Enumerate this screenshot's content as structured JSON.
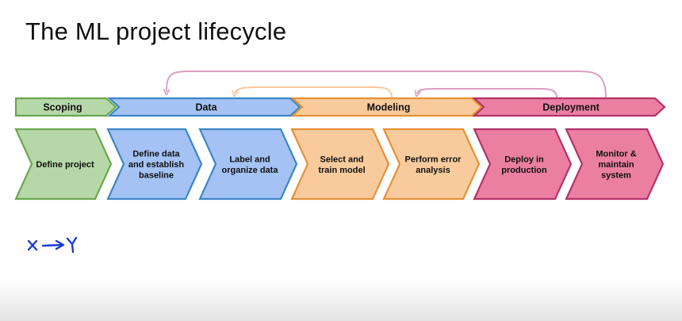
{
  "title": "The ML project lifecycle",
  "colors": {
    "scoping": {
      "fill": "#b6d7a8",
      "stroke": "#6aa84f"
    },
    "data": {
      "fill": "#a4c2f4",
      "stroke": "#3d85c6"
    },
    "modeling": {
      "fill": "#f9cb9c",
      "stroke": "#e69138"
    },
    "deployment": {
      "fill": "#ea7fa2",
      "stroke": "#b4336a"
    },
    "arrow_outer": "#d9a0bf",
    "arrow_inner": "#f6c9a0",
    "ink": "#1a3cd6"
  },
  "phases": [
    {
      "name": "scoping",
      "label": "Scoping"
    },
    {
      "name": "data",
      "label": "Data"
    },
    {
      "name": "modeling",
      "label": "Modeling"
    },
    {
      "name": "deployment",
      "label": "Deployment"
    }
  ],
  "steps": [
    {
      "name": "define-project",
      "phase": "scoping",
      "lines": [
        "Define project"
      ]
    },
    {
      "name": "define-data",
      "phase": "data",
      "lines": [
        "Define data",
        "and establish",
        "baseline"
      ]
    },
    {
      "name": "label-organize",
      "phase": "data",
      "lines": [
        "Label and",
        "organize data"
      ]
    },
    {
      "name": "select-train",
      "phase": "modeling",
      "lines": [
        "Select and",
        "train model"
      ]
    },
    {
      "name": "error-analysis",
      "phase": "modeling",
      "lines": [
        "Perform error",
        "analysis"
      ]
    },
    {
      "name": "deploy-production",
      "phase": "deployment",
      "lines": [
        "Deploy in",
        "production"
      ]
    },
    {
      "name": "monitor-maintain",
      "phase": "deployment",
      "lines": [
        "Monitor &",
        "maintain",
        "system"
      ]
    }
  ],
  "feedback_arrows": [
    {
      "name": "deployment-to-data-arrow",
      "from": "deployment",
      "to": "data",
      "color_key": "arrow_outer"
    },
    {
      "name": "modeling-to-data-arrow",
      "from": "modeling",
      "to": "data",
      "color_key": "arrow_inner"
    },
    {
      "name": "deployment-to-modeling-arrow",
      "from": "deployment",
      "to": "modeling",
      "color_key": "arrow_outer"
    }
  ],
  "annotation": "x→Y"
}
